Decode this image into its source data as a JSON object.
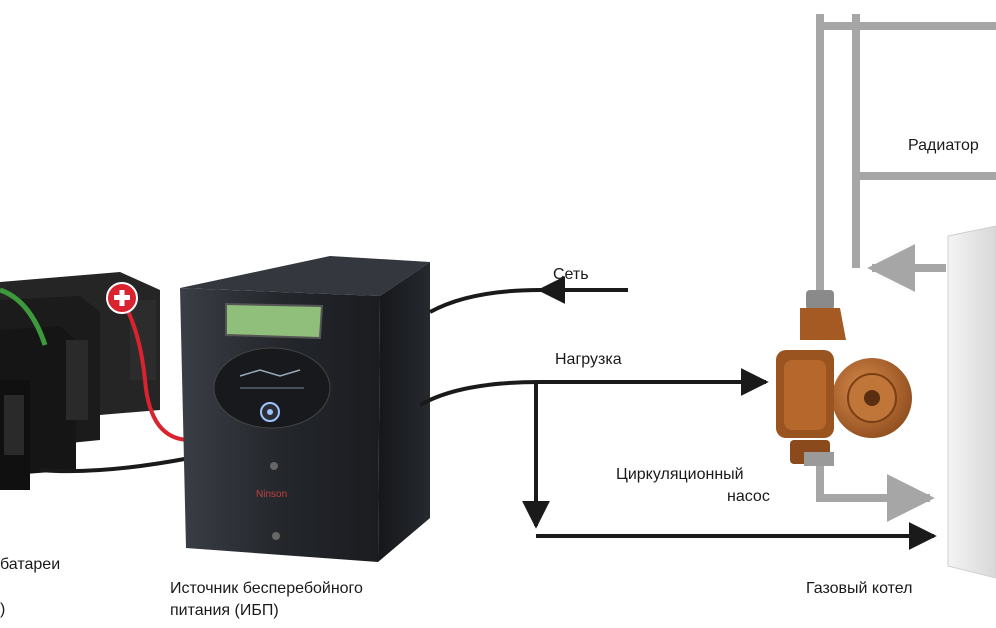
{
  "labels": {
    "network": "Сеть",
    "load": "Нагрузка",
    "radiator": "Радиатор",
    "pump_line1": "Циркуляционный",
    "pump_line2": "насос",
    "boiler": "Газовый котел",
    "ups_line1": "Источник бесперебойного",
    "ups_line2": "питания (ИБП)",
    "batteries": "батареи",
    "batteries_cut": ")"
  },
  "ups": {
    "brand": "Ninson"
  },
  "colors": {
    "pipe": "#a6a6a6",
    "ups_body": "#2a2d33",
    "ups_screen": "#8fbf7a",
    "battery": "#1e1e1e",
    "pump": "#b0652a",
    "plus_terminal": "#d9232e",
    "red_wire": "#d9232e",
    "green_wire": "#3c9a3c",
    "boiler": "#ececec",
    "arrow_line": "#1a1a1a"
  },
  "icons": [
    "plus-terminal-icon",
    "power-button-icon"
  ]
}
